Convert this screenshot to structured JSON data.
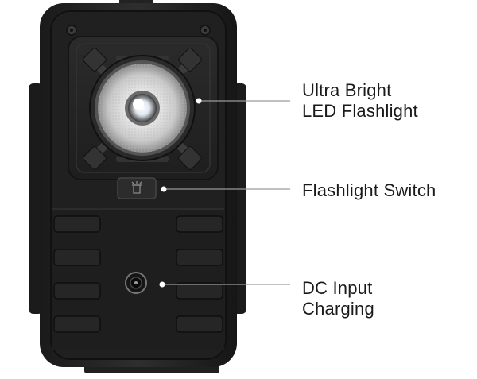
{
  "callouts": {
    "led_flashlight": {
      "line1": "Ultra Bright",
      "line2": "LED Flashlight"
    },
    "flashlight_switch": {
      "line1": "Flashlight Switch"
    },
    "dc_input": {
      "line1": "DC Input",
      "line2": "Charging"
    }
  },
  "colors": {
    "device_body": "#1c1c1c",
    "device_shell": "#2a2a2a",
    "leader_line": "#9a9a9a",
    "label_text": "#1a1a1a",
    "lens_glow": "#f2f2f2"
  },
  "icons": {
    "switch": "flashlight-icon",
    "port": "dc-port-icon",
    "screw": "screw-icon"
  }
}
